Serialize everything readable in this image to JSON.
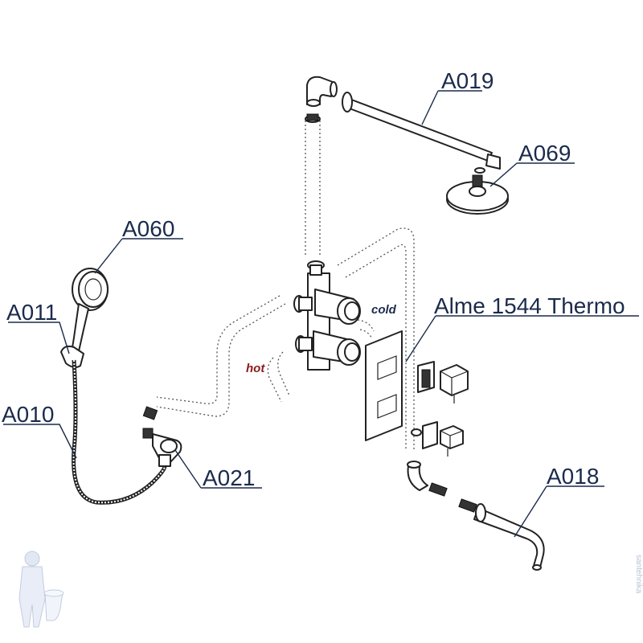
{
  "diagram": {
    "labels": {
      "a019": "A019",
      "a069": "A069",
      "a060": "A060",
      "a011": "A011",
      "a010": "A010",
      "a021": "A021",
      "a018": "A018",
      "thermo": "Alme 1544 Thermo"
    },
    "annotations": {
      "cold": "cold",
      "hot": "hot"
    },
    "watermark": "santehnika",
    "colors": {
      "label": "#1b2b4c",
      "hot": "#8b1a1a",
      "cold": "#1b2b4c",
      "line": "#222222"
    }
  }
}
